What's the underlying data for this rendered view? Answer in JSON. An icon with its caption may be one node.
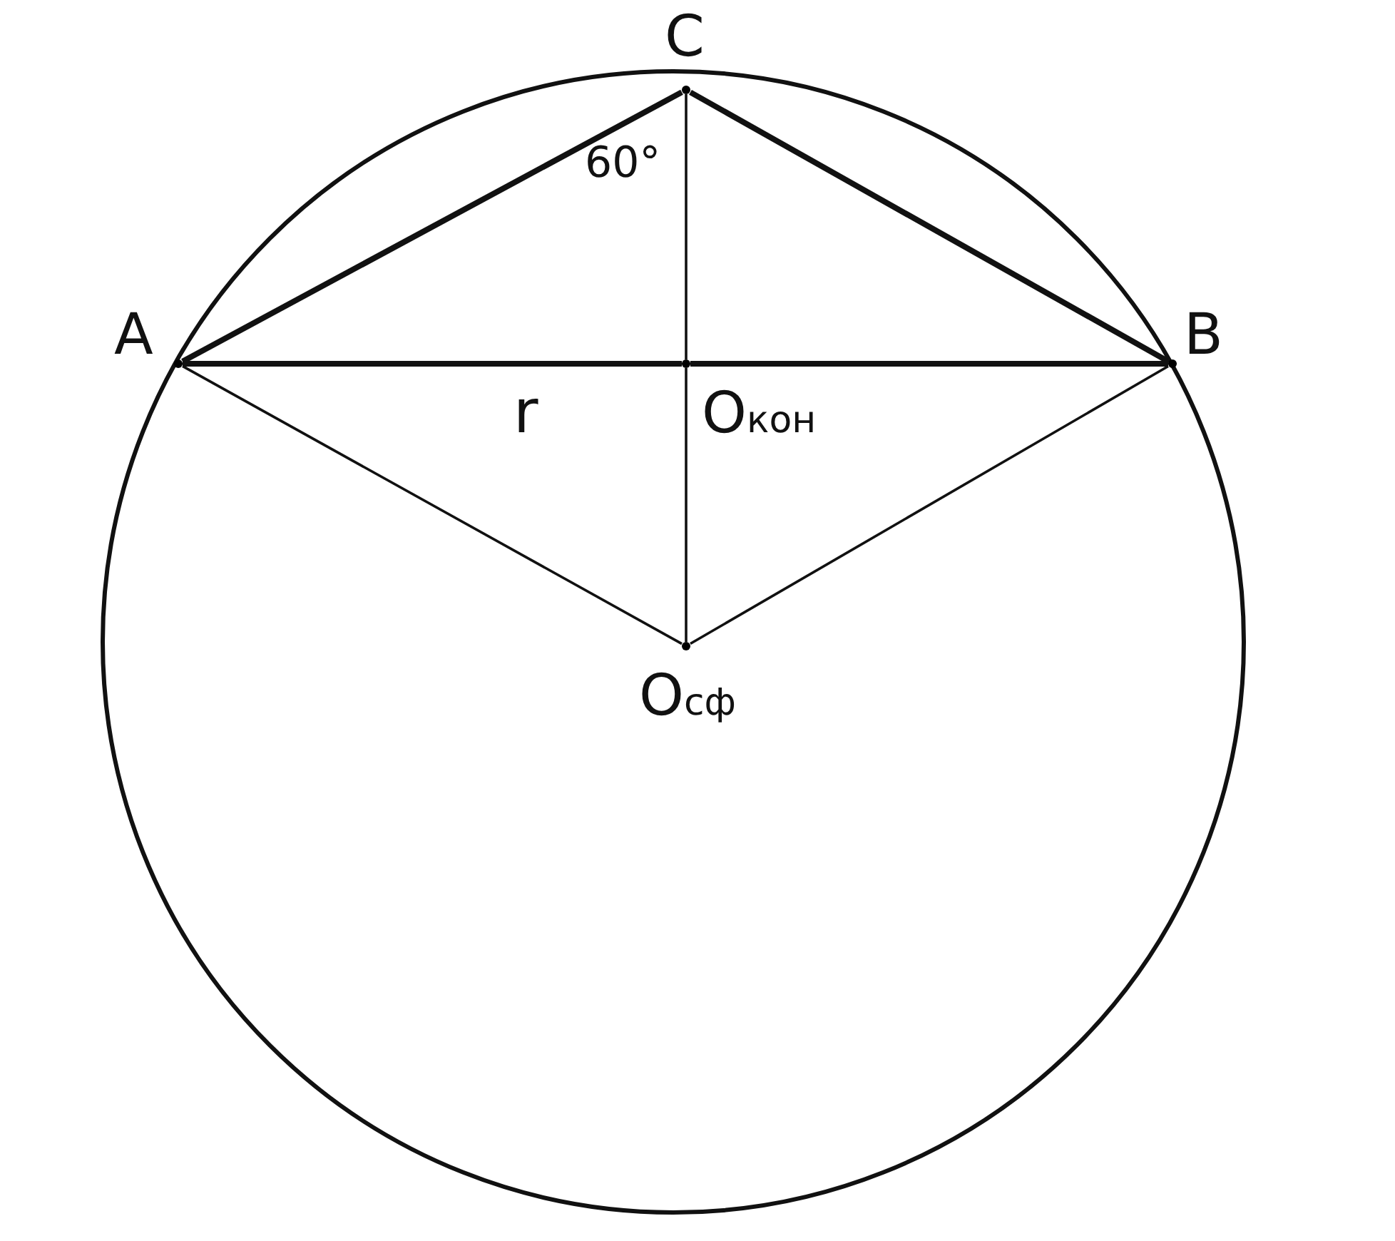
{
  "diagram": {
    "nodes": [
      {
        "text": [],
        "shape": "point",
        "beside": [
          "C"
        ]
      },
      {
        "text": [],
        "shape": "point",
        "beside": [
          "A"
        ]
      },
      {
        "text": [],
        "shape": "point",
        "beside": [
          "B"
        ]
      },
      {
        "text": [],
        "shape": "point",
        "beside": [
          "O$_{кон}$"
        ]
      },
      {
        "text": [],
        "shape": "point",
        "beside": [
          "O$_{сф}$"
        ]
      }
    ],
    "edges": [
      {
        "from": 1,
        "to": 0,
        "arrow": "none",
        "style": "thick"
      },
      {
        "from": 0,
        "to": 2,
        "arrow": "none",
        "style": "thick"
      },
      {
        "from": 1,
        "to": 3,
        "arrow": "none",
        "style": "thick"
      },
      {
        "from": 3,
        "to": 2,
        "arrow": "none",
        "style": "thick"
      },
      {
        "from": 0,
        "to": 3,
        "arrow": "none"
      },
      {
        "from": 3,
        "to": 4,
        "arrow": "none"
      },
      {
        "from": 1,
        "to": 4,
        "arrow": "none"
      },
      {
        "from": 2,
        "to": 4,
        "arrow": "none"
      }
    ],
    "labels": [
      "60°",
      "r"
    ]
  }
}
